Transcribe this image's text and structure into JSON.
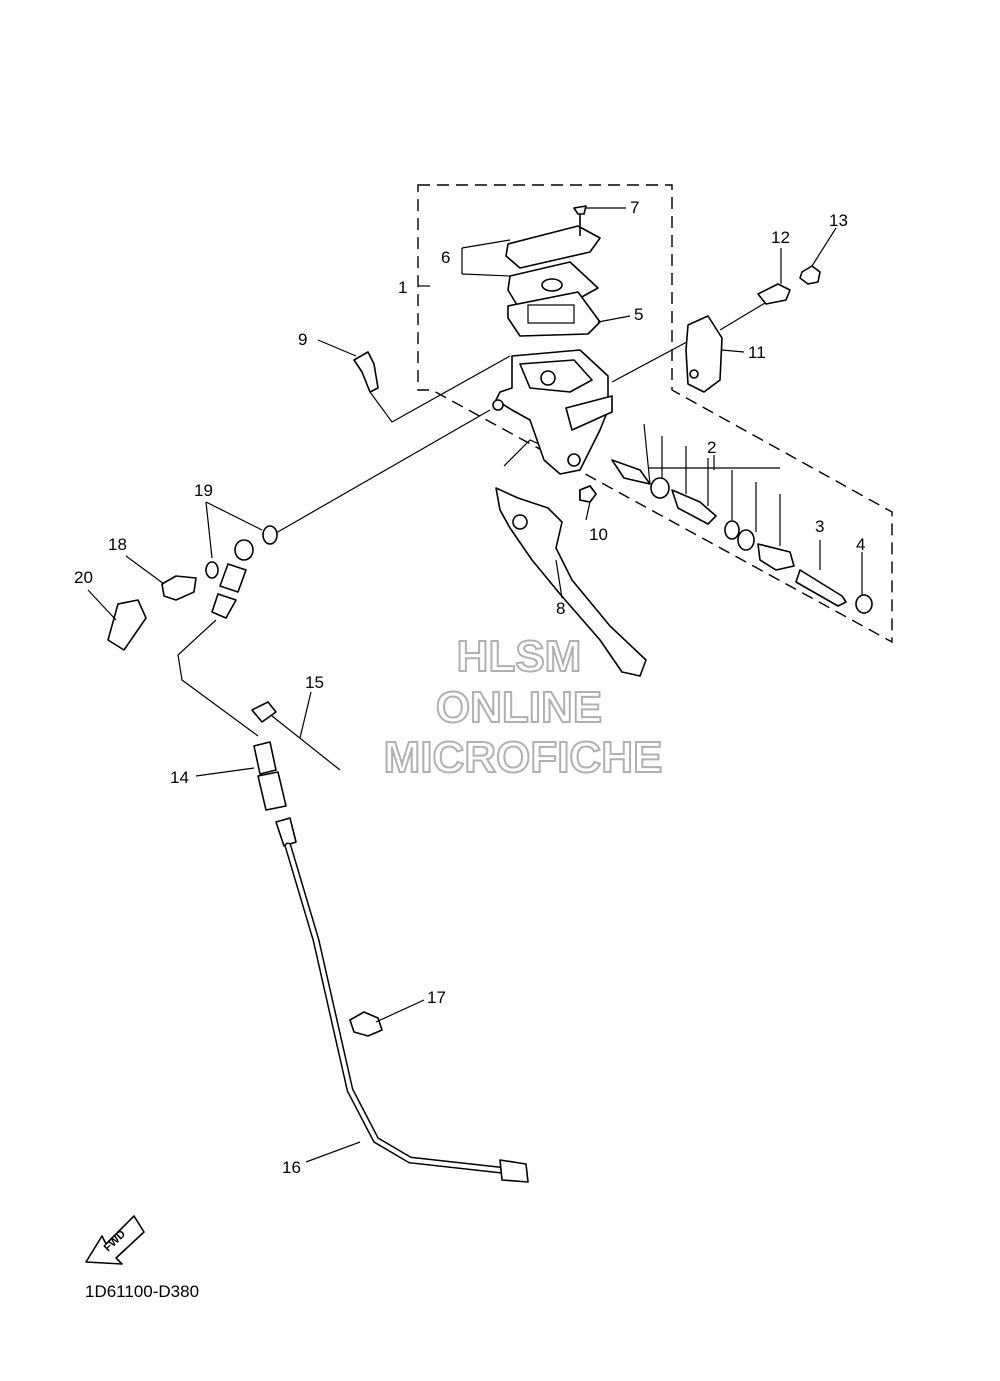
{
  "diagram": {
    "callouts": [
      "1",
      "2",
      "3",
      "4",
      "5",
      "6",
      "7",
      "8",
      "9",
      "10",
      "11",
      "12",
      "13",
      "14",
      "15",
      "16",
      "17",
      "18",
      "19",
      "20"
    ],
    "fwd_arrow_text": "FWD",
    "drawing_code": "1D61100-D380"
  },
  "watermark": {
    "line1": "HLSM",
    "line2": "ONLINE",
    "line3": "MICROFICHE",
    "color": "#b0b0b0"
  }
}
